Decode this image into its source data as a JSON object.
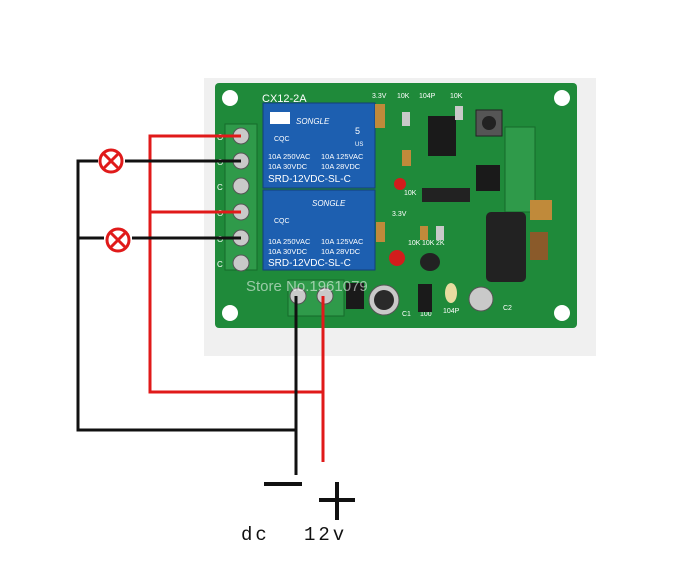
{
  "board": {
    "model": "CX12-2A",
    "relay_top": {
      "brand": "SONGLE",
      "rating_left_1": "10A 250VAC",
      "rating_left_2": "10A 30VDC",
      "rating_right_1": "10A 125VAC",
      "rating_right_2": "10A 28VDC",
      "model": "SRD-12VDC-SL-C",
      "pins": "5",
      "us": "US",
      "cqc": "CQC"
    },
    "relay_bottom": {
      "brand": "SONGLE",
      "rating_left_1": "10A 250VAC",
      "rating_left_2": "10A 30VDC",
      "rating_right_1": "10A 125VAC",
      "rating_right_2": "10A 28VDC",
      "model": "SRD-12VDC-SL-C",
      "cqc": "CQC"
    },
    "silkscreen": {
      "top_left": "3.3V",
      "top_10k_a": "10K",
      "top_104p": "104P",
      "top_10k_b": "10K",
      "mid_10k": "10K",
      "mid_3v": "3.3V",
      "bottom_10k_a": "10K",
      "bottom_10k_b": "10K",
      "bottom_2k": "2K",
      "c1": "C1",
      "r100": "100",
      "p104": "104P",
      "c2": "C2",
      "terminal_labels": [
        "O",
        "O",
        "C",
        "O",
        "O",
        "C"
      ],
      "watermark": "Store No.1961079"
    },
    "colors": {
      "board": "#1f8a3a",
      "relay": "#1d5fb0",
      "wire_red": "#e01a1a",
      "wire_black": "#111111",
      "terminal": "#2f9a4a",
      "lamp": "#e01a1a"
    }
  },
  "power": {
    "minus_symbol": "−",
    "plus_symbol": "+",
    "dc_label": "dc",
    "v_label": "12v"
  }
}
